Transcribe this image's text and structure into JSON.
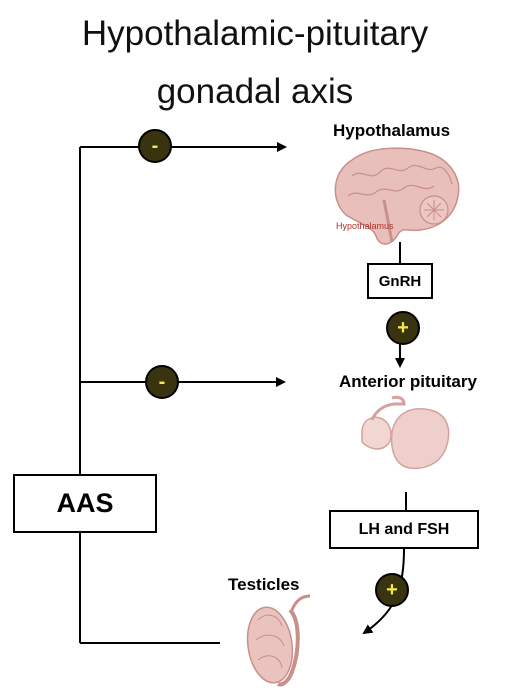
{
  "title": {
    "line1": "Hypothalamic-pituitary",
    "line2": "gonadal axis"
  },
  "nodes": {
    "hypothalamus": "Hypothalamus",
    "hypothalamus_caption": "Hypothalamus",
    "gnrh": "GnRH",
    "anterior_pituitary": "Anterior pituitary",
    "lh_fsh": "LH and FSH",
    "testicles": "Testicles",
    "aas": "AAS"
  },
  "signs": {
    "minus_top": "-",
    "minus_mid": "-",
    "plus_gnrh": "+",
    "plus_lhfsh": "+"
  },
  "colors": {
    "sign_fill": "#3a3310",
    "sign_text": "#f2e94a",
    "organ_fill": "#e9bfbb",
    "organ_stroke": "#c98f8a",
    "caption_red": "#b0302a"
  },
  "icons": [
    "brain-icon",
    "pituitary-gland-icon",
    "testicle-icon"
  ]
}
